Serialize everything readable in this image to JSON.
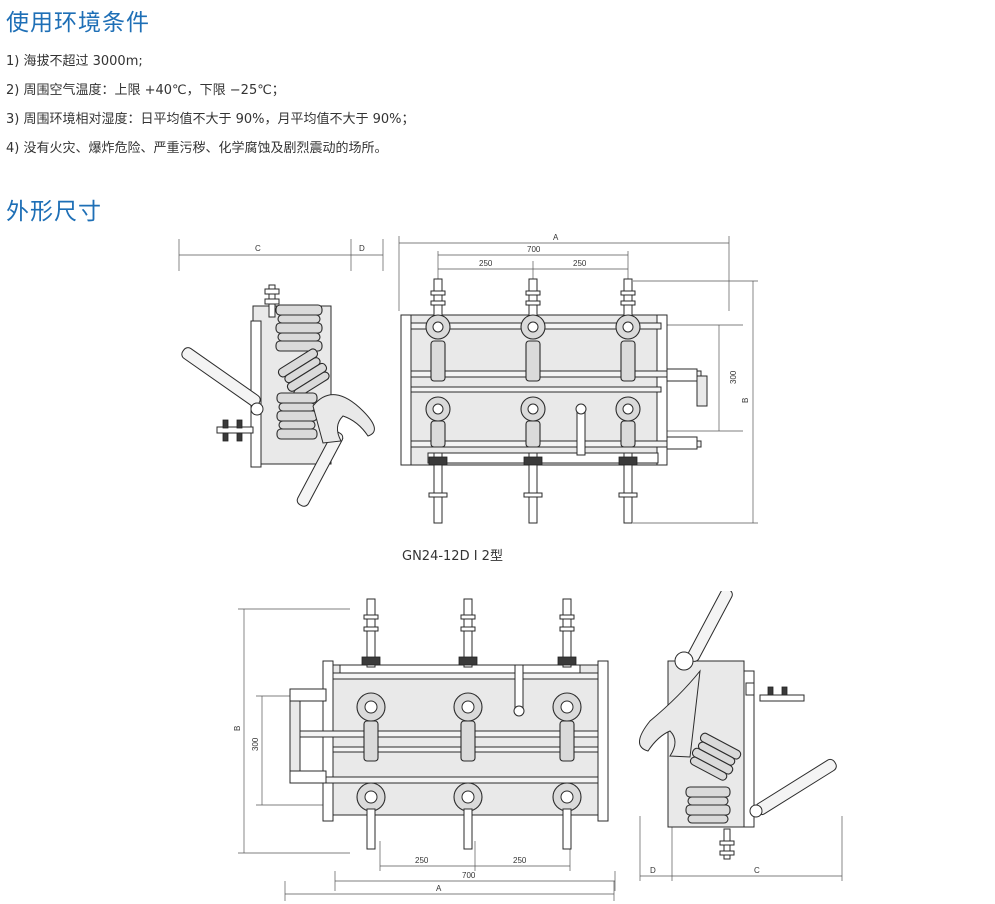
{
  "section_env_title": "使用环境条件",
  "conditions": [
    "1) 海拔不超过 3000m;",
    "2) 周围空气温度：上限 +40℃，下限 −25℃；",
    "3) 周围环境相对湿度：日平均值不大于 90%，月平均值不大于 90%；",
    "4) 没有火灾、爆炸危险、严重污秽、化学腐蚀及剧烈震动的场所。"
  ],
  "section_dim_title": "外形尺寸",
  "drawing1": {
    "caption": "GN24-12D I 2型",
    "labels": {
      "C": "C",
      "D": "D",
      "A": "A",
      "w700": "700",
      "w250a": "250",
      "w250b": "250",
      "h300": "300",
      "B": "B"
    }
  },
  "drawing2": {
    "labels": {
      "B": "B",
      "h300": "300",
      "w250a": "250",
      "w250b": "250",
      "w700": "700",
      "A": "A",
      "D": "D",
      "C": "C"
    }
  }
}
